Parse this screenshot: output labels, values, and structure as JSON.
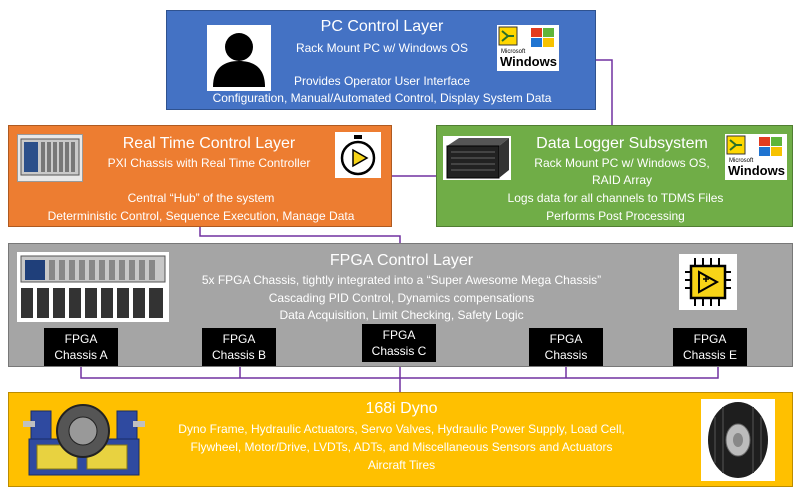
{
  "colors": {
    "pc": "#4472c4",
    "realtime": "#ed7d31",
    "datalogger": "#70ad47",
    "fpga": "#a5a5a5",
    "dyno": "#ffc000",
    "connector": "#7030a0",
    "chassis": "#000000"
  },
  "pc_layer": {
    "title": "PC Control Layer",
    "subtitle": "Rack Mount PC w/ Windows OS",
    "line1": "Provides Operator User Interface",
    "line2": "Configuration, Manual/Automated Control, Display System Data",
    "icons": [
      "user-silhouette-icon",
      "windows-labview-logo"
    ]
  },
  "rt_layer": {
    "title": "Real Time Control Layer",
    "subtitle": "PXI Chassis with Real Time Controller",
    "line1": "Central “Hub” of the system",
    "line2": "Deterministic Control, Sequence Execution, Manage Data",
    "icons": [
      "pxi-chassis-image",
      "stopwatch-icon"
    ]
  },
  "data_logger": {
    "title": "Data Logger Subsystem",
    "line1": "Rack Mount PC w/ Windows OS,",
    "line2": "RAID Array",
    "line3": "Logs data for all channels to TDMS Files",
    "line4": "Performs Post Processing",
    "icons": [
      "rack-pc-image",
      "windows-labview-logo"
    ]
  },
  "fpga_layer": {
    "title": "FPGA Control Layer",
    "line1": "5x FPGA Chassis, tightly integrated into a “Super Awesome Mega Chassis”",
    "line2": "Cascading PID Control, Dynamics compensations",
    "line3": "Data Acquisition, Limit Checking, Safety Logic",
    "icons": [
      "fpga-chassis-image",
      "fpga-chip-icon"
    ],
    "chassis": [
      {
        "line1": "FPGA",
        "line2": "Chassis A"
      },
      {
        "line1": "FPGA",
        "line2": "Chassis B"
      },
      {
        "line1": "FPGA",
        "line2": "Chassis C"
      },
      {
        "line1": "FPGA",
        "line2": "Chassis"
      },
      {
        "line1": "FPGA",
        "line2": "Chassis E"
      }
    ]
  },
  "dyno": {
    "title": "168i Dyno",
    "line1": "Dyno Frame, Hydraulic Actuators, Servo Valves, Hydraulic Power Supply, Load Cell,",
    "line2": "Flywheel, Motor/Drive, LVDTs, ADTs, and Miscellaneous Sensors and Actuators",
    "line3": "Aircraft Tires",
    "icons": [
      "dyno-machine-image",
      "aircraft-tire-image"
    ]
  },
  "logo_text": {
    "ms": "Microsoft",
    "win": "Windows"
  }
}
